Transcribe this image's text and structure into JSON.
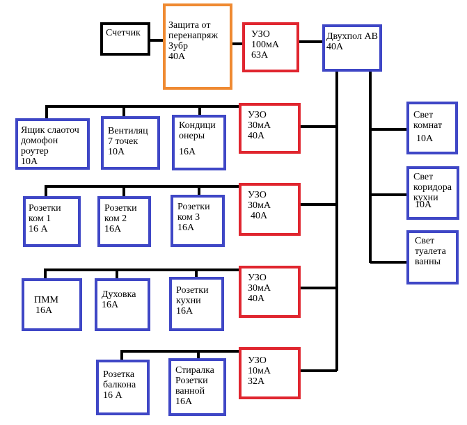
{
  "colors": {
    "meter": "#000000",
    "surge": "#ef8a32",
    "rcd": "#e0262f",
    "load": "#3f47c6",
    "wire": "#000000"
  },
  "meter": {
    "label": "Счетчик"
  },
  "surge_protector": {
    "lines": [
      "Защита от",
      "перенапряж",
      "Зубр",
      "40А"
    ]
  },
  "main_rcd": {
    "lines": [
      "УЗО",
      "100мА",
      "63А"
    ]
  },
  "main_breaker": {
    "lines": [
      "Двухпол АВ",
      "40А"
    ]
  },
  "lighting": [
    {
      "lines": [
        "Свет",
        "комнат",
        "",
        "10А"
      ]
    },
    {
      "lines": [
        "Свет",
        "коридора",
        "кухни",
        "10А"
      ]
    },
    {
      "lines": [
        "Свет",
        "туалета",
        "ванны"
      ]
    }
  ],
  "groups": [
    {
      "rcd": {
        "lines": [
          "УЗО",
          "30мА",
          "40А"
        ]
      },
      "loads": [
        {
          "lines": [
            "Ящик слаоточ",
            "домофон",
            "роутер",
            "10А"
          ]
        },
        {
          "lines": [
            "Вентиляц",
            "7 точек",
            "10А"
          ]
        },
        {
          "lines": [
            "Кондици",
            "онеры",
            "",
            "16А"
          ]
        }
      ]
    },
    {
      "rcd": {
        "lines": [
          "УЗО",
          "30мА",
          "40А"
        ]
      },
      "loads": [
        {
          "lines": [
            "Розетки",
            "ком 1",
            "16 А"
          ]
        },
        {
          "lines": [
            "Розетки",
            "ком 2",
            "16А"
          ]
        },
        {
          "lines": [
            "Розетки",
            "ком 3",
            "16А"
          ]
        }
      ]
    },
    {
      "rcd": {
        "lines": [
          "УЗО",
          "30мА",
          "40А"
        ]
      },
      "loads": [
        {
          "lines": [
            "ПММ",
            "16А"
          ]
        },
        {
          "lines": [
            "Духовка",
            "16А"
          ]
        },
        {
          "lines": [
            "Розетки",
            "кухни",
            "16А"
          ]
        }
      ]
    },
    {
      "rcd": {
        "lines": [
          "УЗО",
          "10мА",
          "32А"
        ]
      },
      "loads": [
        {
          "lines": [
            "Розетка",
            "балкона",
            "16 А"
          ]
        },
        {
          "lines": [
            "Стиралка",
            "Розетки",
            "ванной",
            "16А"
          ]
        }
      ]
    }
  ]
}
